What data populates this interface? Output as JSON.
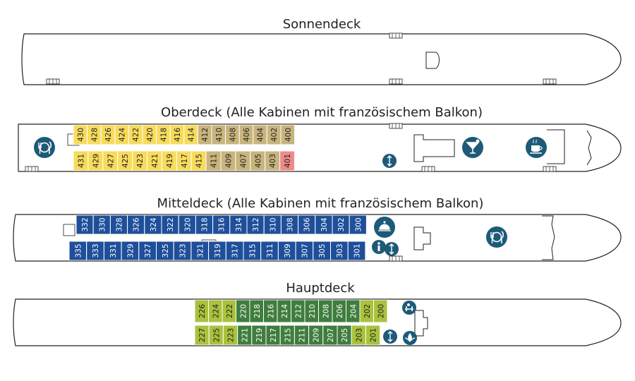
{
  "decks": {
    "sonnendeck": {
      "title": "Sonnendeck"
    },
    "oberdeck": {
      "title": "Oberdeck (Alle Kabinen mit französischem Balkon)"
    },
    "mitteldeck": {
      "title": "Mitteldeck (Alle Kabinen mit französischem Balkon)"
    },
    "hauptdeck": {
      "title": "Hauptdeck"
    }
  },
  "cabins": {
    "oberdeck_top": [
      "430",
      "428",
      "426",
      "424",
      "422",
      "420",
      "418",
      "416",
      "414",
      "412",
      "410",
      "408",
      "406",
      "404",
      "402",
      "400"
    ],
    "oberdeck_bottom": [
      "431",
      "429",
      "427",
      "425",
      "423",
      "421",
      "419",
      "417",
      "415",
      "411",
      "409",
      "407",
      "405",
      "403",
      "401"
    ],
    "mitteldeck_top": [
      "332",
      "330",
      "328",
      "326",
      "324",
      "322",
      "320",
      "318",
      "316",
      "314",
      "312",
      "310",
      "308",
      "306",
      "304",
      "302",
      "300"
    ],
    "mitteldeck_bottom": [
      "335",
      "333",
      "331",
      "329",
      "327",
      "325",
      "323",
      "321",
      "319",
      "317",
      "315",
      "311",
      "309",
      "307",
      "305",
      "303",
      "301"
    ],
    "hauptdeck_top": [
      "226",
      "224",
      "222",
      "220",
      "218",
      "216",
      "214",
      "212",
      "210",
      "208",
      "206",
      "204",
      "202",
      "200"
    ],
    "hauptdeck_bottom": [
      "227",
      "225",
      "223",
      "221",
      "219",
      "217",
      "215",
      "211",
      "209",
      "207",
      "205",
      "203",
      "201"
    ]
  },
  "colors": {
    "oberdeck_yellow": "#f7dc5c",
    "oberdeck_tan": "#c8b47c",
    "cabin_401": "#ef8a8a",
    "mitteldeck_blue": "#1f4f9a",
    "hauptdeck_lime": "#a9c23c",
    "hauptdeck_green": "#3f7d3e",
    "icon_teal": "#1d5a78"
  },
  "icons": [
    "restaurant-icon",
    "cocktail-bar-icon",
    "coffee-lounge-icon",
    "reception-bell-icon",
    "information-icon",
    "elevator-icon",
    "spa-icon",
    "fitness-icon"
  ]
}
